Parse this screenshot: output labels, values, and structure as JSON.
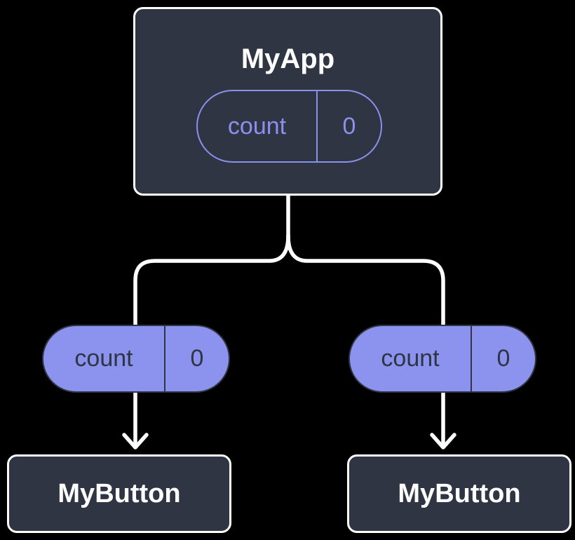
{
  "colors": {
    "background": "#000000",
    "card_fill": "#2F3542",
    "card_border": "#FFFFFF",
    "card_text": "#FFFFFF",
    "accent_purple": "#8A91EC",
    "pill_fill": "#8B93EE",
    "pill_text_dark": "#2F3542",
    "connector_white": "#FFFFFF"
  },
  "root": {
    "title": "MyApp",
    "state": {
      "name": "count",
      "value": "0"
    }
  },
  "children": [
    {
      "title": "MyButton",
      "pill": {
        "name": "count",
        "value": "0"
      }
    },
    {
      "title": "MyButton",
      "pill": {
        "name": "count",
        "value": "0"
      }
    }
  ]
}
